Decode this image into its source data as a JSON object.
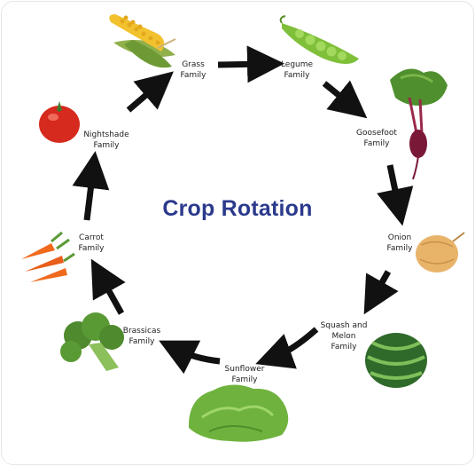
{
  "title": "Crop Rotation",
  "families": [
    {
      "id": "grass",
      "label": "Grass\nFamily",
      "icon": "corn-icon"
    },
    {
      "id": "legume",
      "label": "Legume\nFamily",
      "icon": "peapod-icon"
    },
    {
      "id": "goosefoot",
      "label": "Goosefoot\nFamily",
      "icon": "beet-icon"
    },
    {
      "id": "onion",
      "label": "Onion\nFamily",
      "icon": "onion-icon"
    },
    {
      "id": "squash",
      "label": "Squash and\nMelon\nFamily",
      "icon": "watermelon-icon"
    },
    {
      "id": "sunflower",
      "label": "Sunflower\nFamily",
      "icon": "lettuce-icon"
    },
    {
      "id": "brassicas",
      "label": "Brassicas\nFamily",
      "icon": "broccoli-icon"
    },
    {
      "id": "carrot",
      "label": "Carrot\nFamily",
      "icon": "carrot-icon"
    },
    {
      "id": "nightshade",
      "label": "Nightshade\nFamily",
      "icon": "tomato-icon"
    }
  ],
  "colors": {
    "title": "#2b3a8c",
    "arrow": "#111111"
  }
}
